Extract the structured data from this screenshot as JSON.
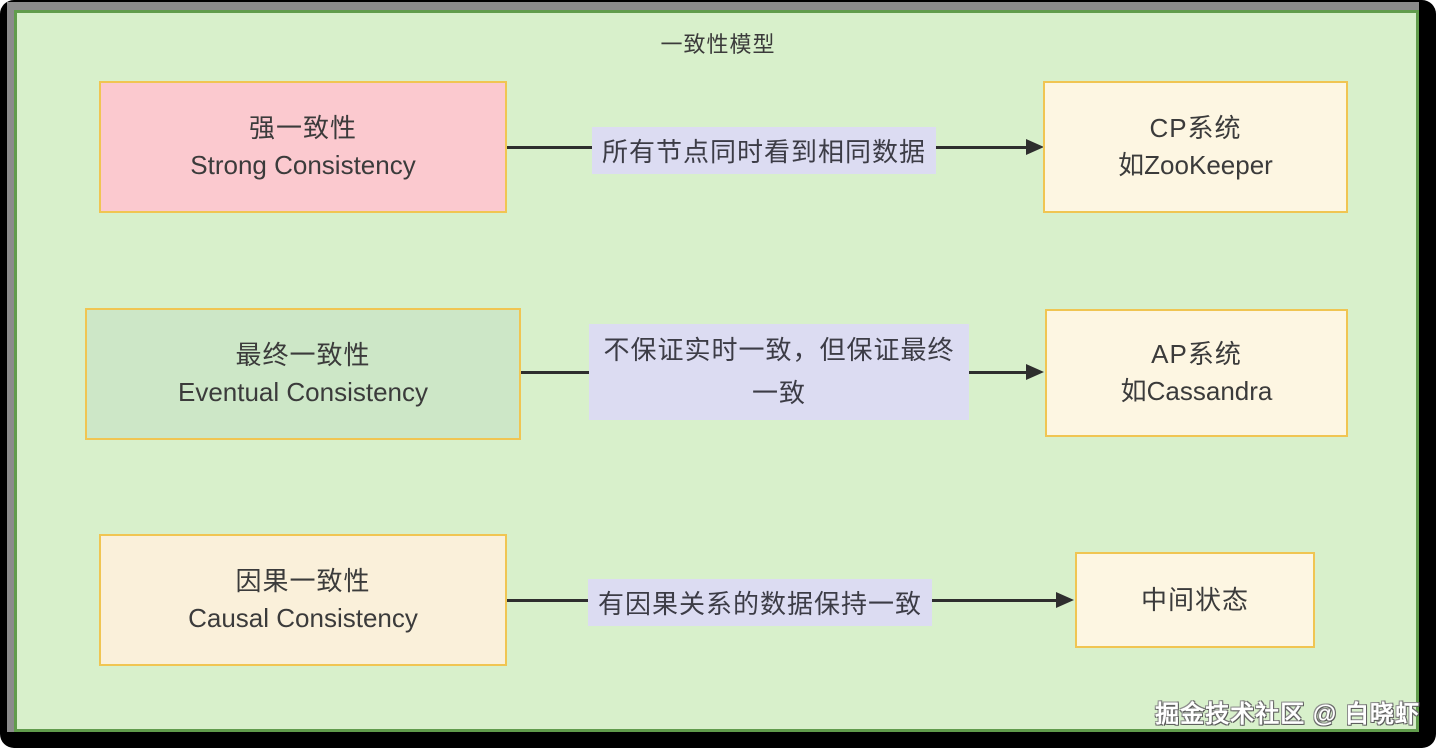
{
  "title": "一致性模型",
  "watermark": "掘金技术社区 @ 白晓虾",
  "colors": {
    "canvas_bg": "#d8f0cb",
    "panel_border": "#619c4c",
    "frame_gray": "#8b8b8b",
    "node_border": "#f0c552",
    "strong_fill": "#fbc9cf",
    "eventual_fill": "#cde7c7",
    "causal_fill": "#faf0da",
    "target_fill": "#fdf6e2",
    "edge_label_bg": "#dcdcf2",
    "arrow_color": "#2e2e2e",
    "text_color": "#3b3b3b"
  },
  "rows": [
    {
      "source": {
        "zh": "强一致性",
        "en": "Strong Consistency"
      },
      "edge_label": "所有节点同时看到相同数据",
      "target": {
        "line1": "CP系统",
        "line2": "如ZooKeeper"
      }
    },
    {
      "source": {
        "zh": "最终一致性",
        "en": "Eventual Consistency"
      },
      "edge_label": "不保证实时一致，但保证最终一致",
      "target": {
        "line1": "AP系统",
        "line2": "如Cassandra"
      }
    },
    {
      "source": {
        "zh": "因果一致性",
        "en": "Causal Consistency"
      },
      "edge_label": "有因果关系的数据保持一致",
      "target": {
        "line1": "中间状态"
      }
    }
  ]
}
